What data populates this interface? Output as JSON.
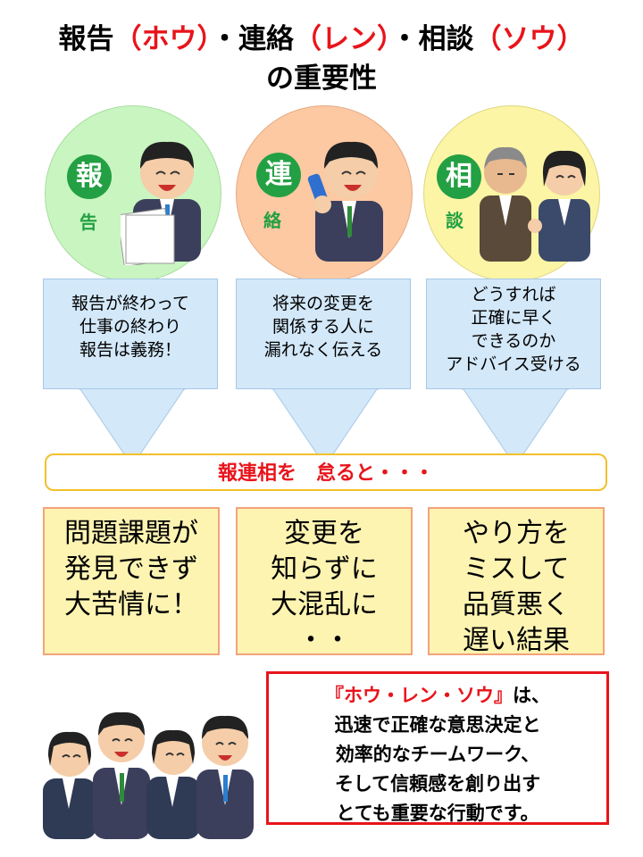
{
  "title": {
    "line1_part1": "報告",
    "line1_part2": "（ホウ）",
    "line1_part3": "・連絡",
    "line1_part4": "（レン）",
    "line1_part5": "・相談",
    "line1_part6": "（ソウ）",
    "line2": "の重要性"
  },
  "circles": [
    {
      "big": "報",
      "small": "告"
    },
    {
      "big": "連",
      "small": "絡"
    },
    {
      "big": "相",
      "small": "談"
    }
  ],
  "notes": [
    [
      "報告が終わって",
      "仕事の終わり",
      "報告は義務！"
    ],
    [
      "将来の変更を",
      "関係する人に",
      "漏れなく伝える"
    ],
    [
      "どうすれば",
      "正確に早く",
      "できるのか",
      "アドバイス受ける"
    ]
  ],
  "banner": "報連相を　怠ると・・・",
  "results": [
    [
      "問題課題が",
      "発見できず",
      "大苦情に！"
    ],
    [
      "変更を",
      "知らずに",
      "大混乱に",
      "・・"
    ],
    [
      "やり方を",
      "ミスして",
      "品質悪く",
      "遅い結果"
    ]
  ],
  "message": {
    "highlight": "『ホウ・レン・ソウ』",
    "line1_rest": "は、",
    "line2": "迅速で正確な意思決定と",
    "line3": "効率的なチームワーク、",
    "line4": "そして信頼感を創り出す",
    "line5": "とても重要な行動です。"
  },
  "colors": {
    "accent_red": "#e8141b",
    "badge_green": "#23a043"
  }
}
